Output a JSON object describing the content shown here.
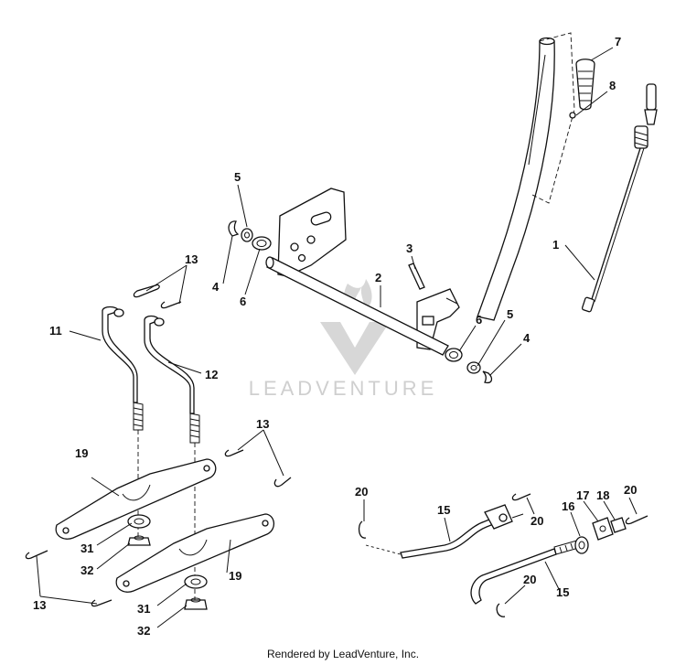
{
  "watermark": {
    "brand": "LEADVENTURE"
  },
  "footer": {
    "credit": "Rendered by LeadVenture, Inc."
  },
  "callouts": [
    {
      "id": "c1",
      "text": "1"
    },
    {
      "id": "c2",
      "text": "2"
    },
    {
      "id": "c3",
      "text": "3"
    },
    {
      "id": "c4a",
      "text": "4"
    },
    {
      "id": "c4b",
      "text": "4"
    },
    {
      "id": "c5a",
      "text": "5"
    },
    {
      "id": "c5b",
      "text": "5"
    },
    {
      "id": "c6a",
      "text": "6"
    },
    {
      "id": "c6b",
      "text": "6"
    },
    {
      "id": "c7",
      "text": "7"
    },
    {
      "id": "c8",
      "text": "8"
    },
    {
      "id": "c11",
      "text": "11"
    },
    {
      "id": "c12",
      "text": "12"
    },
    {
      "id": "c13a",
      "text": "13"
    },
    {
      "id": "c13b",
      "text": "13"
    },
    {
      "id": "c13c",
      "text": "13"
    },
    {
      "id": "c15a",
      "text": "15"
    },
    {
      "id": "c15b",
      "text": "15"
    },
    {
      "id": "c16",
      "text": "16"
    },
    {
      "id": "c17",
      "text": "17"
    },
    {
      "id": "c18",
      "text": "18"
    },
    {
      "id": "c19a",
      "text": "19"
    },
    {
      "id": "c19b",
      "text": "19"
    },
    {
      "id": "c20a",
      "text": "20"
    },
    {
      "id": "c20b",
      "text": "20"
    },
    {
      "id": "c20c",
      "text": "20"
    },
    {
      "id": "c20d",
      "text": "20"
    },
    {
      "id": "c31a",
      "text": "31"
    },
    {
      "id": "c31b",
      "text": "31"
    },
    {
      "id": "c32a",
      "text": "32"
    },
    {
      "id": "c32b",
      "text": "32"
    }
  ]
}
